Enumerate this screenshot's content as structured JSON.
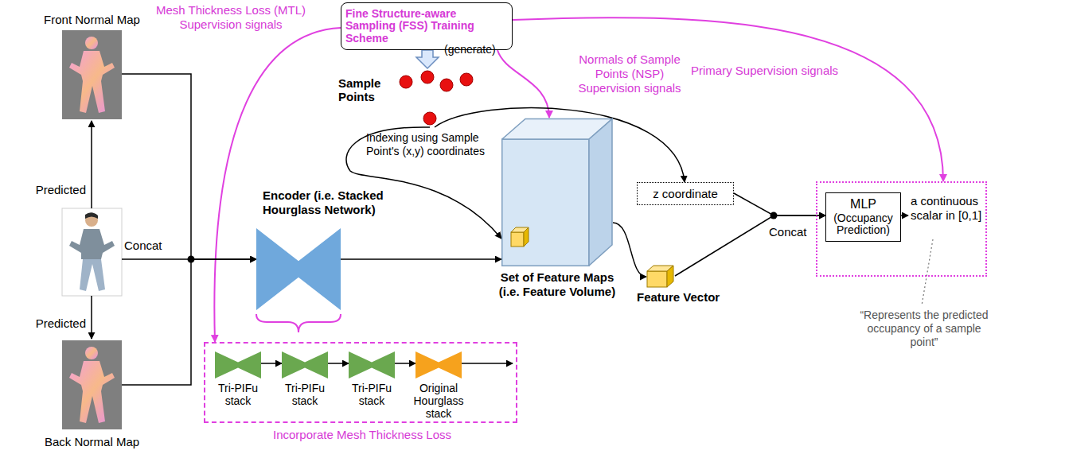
{
  "diagram": {
    "nodes": [
      {
        "text": [
          "Fine Structure-aware Sampling (FSS) Training Scheme"
        ]
      },
      {
        "text": [
          "Front Normal Map"
        ]
      },
      {
        "text": [
          "Back Normal Map"
        ]
      },
      {
        "text": [
          "Sample Points"
        ]
      },
      {
        "text": [
          "Encoder (i.e. Stacked Hourglass Network)"
        ]
      },
      {
        "text": [
          "Set of Feature Maps (i.e. Feature Volume)"
        ]
      },
      {
        "text": [
          "z coordinate"
        ]
      },
      {
        "text": [
          "Feature Vector"
        ]
      },
      {
        "text": [
          "a continuous scalar in [0,1]"
        ]
      },
      {
        "text": [
          "MLP",
          "(Occupancy Prediction)"
        ],
        "in": 8
      },
      {
        "text": [
          "Incorporate Mesh Thickness Loss"
        ]
      },
      {
        "text": [
          "Tri-PIFu stack"
        ],
        "in": 10
      },
      {
        "text": [
          "Tri-PIFu stack"
        ],
        "in": 10
      },
      {
        "text": [
          "Tri-PIFu stack"
        ],
        "in": 10
      },
      {
        "text": [
          "Original Hourglass stack"
        ],
        "in": 10
      }
    ],
    "edges": [
      {
        "from": 0,
        "to": 3,
        "label": "(generate)",
        "arrow": "to"
      },
      {
        "from": 0,
        "to": 10,
        "label": "Mesh Thickness Loss (MTL) Supervision signals",
        "arrow": "to"
      },
      {
        "from": 0,
        "to": 5,
        "label": "Normals of Sample Points (NSP) Supervision signals",
        "arrow": "to"
      },
      {
        "from": 0,
        "to": 8,
        "label": "Primary Supervision signals",
        "arrow": "to"
      },
      {
        "from": 1,
        "to": 4,
        "arrow": "to"
      },
      {
        "from": 2,
        "to": 4,
        "arrow": "to"
      },
      {
        "from": 3,
        "to": 5,
        "label": "Indexing using Sample Point's (x,y) coordinates",
        "arrow": "to"
      },
      {
        "from": 3,
        "to": 6,
        "arrow": "to"
      },
      {
        "from": 4,
        "to": 5,
        "arrow": "to"
      },
      {
        "from": 5,
        "to": 7,
        "arrow": "to"
      },
      {
        "from": 6,
        "to": 9,
        "arrow": "to"
      },
      {
        "from": 7,
        "to": 9,
        "arrow": "to"
      },
      {
        "from": 11,
        "to": 12,
        "arrow": "to"
      },
      {
        "from": 12,
        "to": 13,
        "arrow": "to"
      },
      {
        "from": 13,
        "to": 14,
        "arrow": "to"
      }
    ],
    "labels": [
      "Predicted",
      "Predicted",
      "Concat",
      "Concat",
      "“Represents the predicted occupancy of a sample point”"
    ]
  }
}
